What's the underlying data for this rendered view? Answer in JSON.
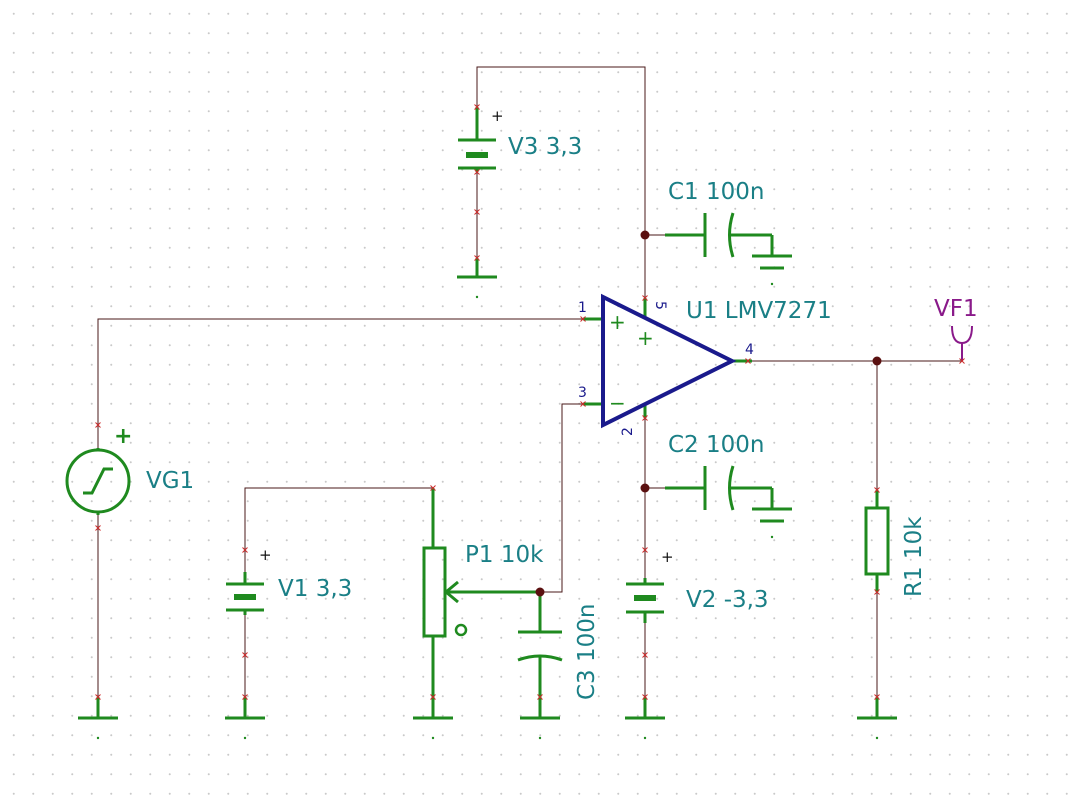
{
  "components": {
    "v3": {
      "name": "V3",
      "value": "3,3",
      "polarity": "+"
    },
    "c1": {
      "name": "C1",
      "value": "100n"
    },
    "u1": {
      "name": "U1",
      "part": "LMV7271",
      "pin_noninv": "1",
      "pin_inv": "3",
      "pin_vplus": "5",
      "pin_vminus": "2",
      "pin_out": "4",
      "sign_plus": "+",
      "sign_minus": "−",
      "supply_plus": "+"
    },
    "vf1": {
      "name": "VF1"
    },
    "c2": {
      "name": "C2",
      "value": "100n"
    },
    "vg1": {
      "name": "VG1",
      "polarity": "+"
    },
    "v1": {
      "name": "V1",
      "value": "3,3",
      "polarity": "+"
    },
    "p1": {
      "name": "P1",
      "value": "10k"
    },
    "c3": {
      "name": "C3",
      "value": "100n"
    },
    "v2": {
      "name": "V2",
      "value": "-3,3",
      "polarity": "+"
    },
    "r1": {
      "name": "R1",
      "value": "10k"
    }
  },
  "colors": {
    "wire": "#4a1a1a",
    "component": "#1f8a1f",
    "opamp": "#1a1a8c",
    "label": "#1a7f86",
    "probe": "#8a1a8a",
    "pin_marker": "#cc2a2a"
  }
}
